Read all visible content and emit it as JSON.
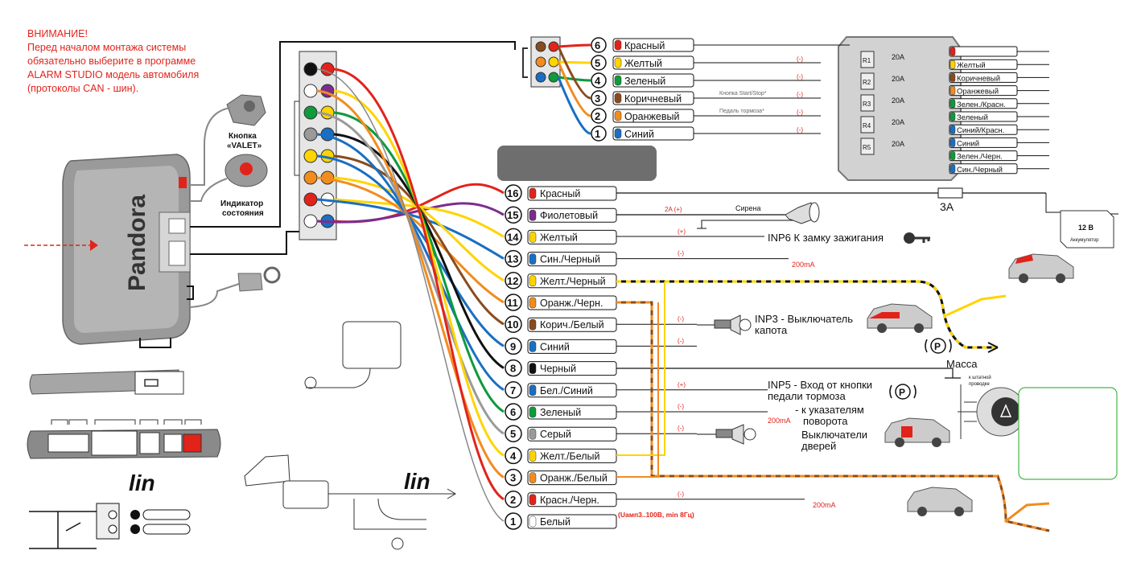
{
  "warning": {
    "line1": "ВНИМАНИЕ!",
    "line2": "Перед началом монтажа системы",
    "line3": "обязательно выберите в программе",
    "line4": "ALARM STUDIO модель автомобиля",
    "line5": "(протоколы CAN - шин)."
  },
  "unit": {
    "brand": "Pandora",
    "valet_label_1": "Кнопка",
    "valet_label_2": "«VALET»",
    "indicator_label_1": "Индикатор",
    "indicator_label_2": "состояния",
    "lin_label_top": "lin",
    "lin_label_bottom": "lin"
  },
  "colors": {
    "red": "#e2231a",
    "yellow": "#ffd400",
    "green": "#0f9a3c",
    "brown": "#8a4b1c",
    "orange": "#f28c1f",
    "blue": "#1a6fc1",
    "violet": "#7b2d8e",
    "black": "#111111",
    "gray": "#9a9a9a",
    "white": "#ffffff"
  },
  "connector6": [
    {
      "num": "6",
      "label": "Красный",
      "color": "red",
      "note": ""
    },
    {
      "num": "5",
      "label": "Желтый",
      "color": "yellow",
      "note": "(-)"
    },
    {
      "num": "4",
      "label": "Зеленый",
      "color": "green",
      "note": "(-)"
    },
    {
      "num": "3",
      "label": "Коричневый",
      "color": "brown",
      "note": "(-)",
      "caption": "Кнопка Start/Stop*"
    },
    {
      "num": "2",
      "label": "Оранжевый",
      "color": "orange",
      "note": "(-)",
      "caption": "Педаль тормоза*"
    },
    {
      "num": "1",
      "label": "Синий",
      "color": "blue",
      "note": "(-)"
    }
  ],
  "relay_block": {
    "relays": [
      "R1",
      "R2",
      "R3",
      "R4",
      "R5"
    ],
    "fuses": [
      "20A",
      "20A",
      "20A",
      "20A",
      "20A"
    ],
    "outputs": [
      {
        "label": "",
        "color": "red"
      },
      {
        "label": "Желтый",
        "color": "yellow"
      },
      {
        "label": "Коричневый",
        "color": "brown"
      },
      {
        "label": "Оранжевый",
        "color": "orange"
      },
      {
        "label": "Зелен./Красн.",
        "color": "green"
      },
      {
        "label": "Зеленый",
        "color": "green"
      },
      {
        "label": "Синий/Красн.",
        "color": "blue"
      },
      {
        "label": "Синий",
        "color": "blue"
      },
      {
        "label": "Зелен./Черн.",
        "color": "green"
      },
      {
        "label": "Син./Черный",
        "color": "blue"
      }
    ]
  },
  "connector16": [
    {
      "num": "16",
      "label": "Красный",
      "color": "red",
      "note": ""
    },
    {
      "num": "15",
      "label": "Фиолетовый",
      "color": "violet",
      "note": "2A (+)"
    },
    {
      "num": "14",
      "label": "Желтый",
      "color": "yellow",
      "note": "(+)"
    },
    {
      "num": "13",
      "label": "Син./Черный",
      "color": "blue",
      "note": "(-)"
    },
    {
      "num": "12",
      "label": "Желт./Черный",
      "color": "yellow",
      "note": ""
    },
    {
      "num": "11",
      "label": "Оранж./Черн.",
      "color": "orange",
      "note": ""
    },
    {
      "num": "10",
      "label": "Корич./Белый",
      "color": "brown",
      "note": "(-)"
    },
    {
      "num": "9",
      "label": "Синий",
      "color": "blue",
      "note": "(-)"
    },
    {
      "num": "8",
      "label": "Черный",
      "color": "black",
      "note": ""
    },
    {
      "num": "7",
      "label": "Бел./Синий",
      "color": "blue",
      "note": "(+)"
    },
    {
      "num": "6",
      "label": "Зеленый",
      "color": "green",
      "note": "(-)"
    },
    {
      "num": "5",
      "label": "Серый",
      "color": "gray",
      "note": "(-)"
    },
    {
      "num": "4",
      "label": "Желт./Белый",
      "color": "yellow",
      "note": ""
    },
    {
      "num": "3",
      "label": "Оранж./Белый",
      "color": "orange",
      "note": ""
    },
    {
      "num": "2",
      "label": "Красн./Черн.",
      "color": "red",
      "note": "(-)"
    },
    {
      "num": "1",
      "label": "Белый",
      "color": "white",
      "note": ""
    }
  ],
  "annotations": {
    "fuse_3a": "3А",
    "battery_label": "12 В",
    "battery_sub": "Аккумулятор",
    "siren": "Сирена",
    "inp6": "INP6 К замку зажигания",
    "ma200_a": "200mA",
    "ma200_b": "200mA",
    "ma200_c": "200mA",
    "inp3_1": "INP3 - Выключатель",
    "inp3_2": "капота",
    "mass": "Масса",
    "inp5_1": "INP5 - Вход от кнопки",
    "inp5_2": "педали тормоза",
    "turn_1": "- к указателям",
    "turn_2": "поворота",
    "doors_1": "Выключатели",
    "doors_2": "дверей",
    "to_std_1": "к штатной",
    "to_std_2": "проводке",
    "u_amp": "(Uамп3..100В, min 8Гц)",
    "p_symbol": "P"
  }
}
